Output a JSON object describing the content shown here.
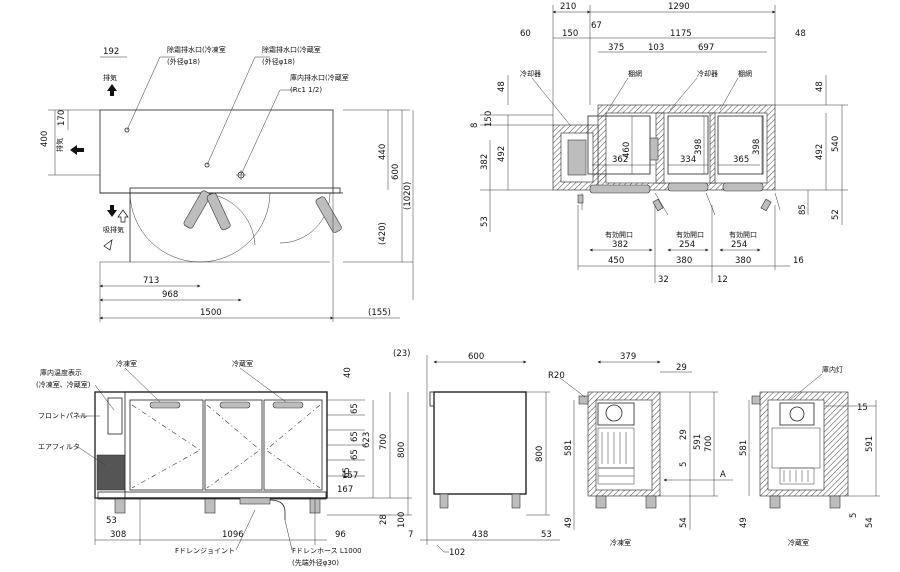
{
  "top_plan": {
    "dims": {
      "d192": "192",
      "d170": "170",
      "d400": "400",
      "d440": "440",
      "d600": "600",
      "d1020": "(1020)",
      "d420": "(420)",
      "d713": "713",
      "d968": "968",
      "d1500": "1500",
      "d155": "(155)"
    },
    "labels": {
      "drain_freezer": "除霜排水口(冷凍室",
      "drain_freezer_sub": "(外径φ18)",
      "drain_fridge": "除霜排水口(冷蔵室",
      "drain_fridge_sub": "(外径φ18)",
      "inner_drain": "庫内排水口(冷蔵室",
      "inner_drain_sub": "(Rc1 1/2)",
      "exhaust_top": "排気",
      "exhaust_left": "排気",
      "intake": "吸排気"
    }
  },
  "section_top": {
    "dims": {
      "d210": "210",
      "d1290": "1290",
      "d67": "67",
      "d60": "60",
      "d150": "150",
      "d1175": "1175",
      "d48a": "48",
      "d375": "375",
      "d103": "103",
      "d697": "697",
      "d48b": "48",
      "d48c": "48",
      "d150b": "150",
      "d8": "8",
      "d492a": "492",
      "d382a": "382",
      "d460": "460",
      "d398a": "398",
      "d398b": "398",
      "d492b": "492",
      "d540": "540",
      "d362": "362",
      "d334": "334",
      "d365": "365",
      "d53": "53",
      "d85": "85",
      "d52": "52",
      "d382b": "382",
      "d254a": "254",
      "d254b": "254",
      "d450": "450",
      "d380a": "380",
      "d380b": "380",
      "d16": "16",
      "d32": "32",
      "d12": "12"
    },
    "labels": {
      "cooler1": "冷却器",
      "shelf1": "棚網",
      "cooler2": "冷却器",
      "shelf2": "棚網",
      "opening1": "有効開口",
      "opening2": "有効開口",
      "opening3": "有効開口"
    }
  },
  "front": {
    "labels": {
      "temp_display": "庫内温度表示",
      "temp_display_sub": "(冷凍室、冷蔵室)",
      "front_panel": "フロントパネル",
      "air_filter": "エアフィルタ",
      "freezer": "冷凍室",
      "fridge": "冷蔵室",
      "drain_joint": "Fドレンジョイント",
      "drain_hose": "Fドレンホース L1000",
      "drain_hose_sub": "(先端外径φ30)"
    },
    "dims": {
      "d40": "40",
      "d65a": "65",
      "d65b": "65",
      "d65c": "65",
      "d65d": "65",
      "d157": "157",
      "d167": "167",
      "d623": "623",
      "d700": "700",
      "d800": "800",
      "d28": "28",
      "d100": "100",
      "d53": "53",
      "d308": "308",
      "d1096": "1096",
      "d96": "96"
    }
  },
  "side": {
    "dims": {
      "d23": "(23)",
      "d600": "600",
      "d800": "800",
      "d7": "7",
      "d438": "438",
      "d53": "53",
      "d102": "102"
    }
  },
  "freezer_section": {
    "title": "冷凍室",
    "dims": {
      "r20": "R20",
      "d379": "379",
      "d29a": "29",
      "d581": "581",
      "d29b": "29",
      "d591": "591",
      "d700": "700",
      "d5": "5",
      "d49": "49",
      "d54": "54"
    },
    "arrow_label": "A"
  },
  "fridge_section": {
    "title": "冷蔵室",
    "labels": {
      "lamp": "庫内灯"
    },
    "dims": {
      "d15": "15",
      "d581": "581",
      "d591": "591",
      "d5": "5",
      "d49": "49",
      "d54": "54"
    }
  }
}
